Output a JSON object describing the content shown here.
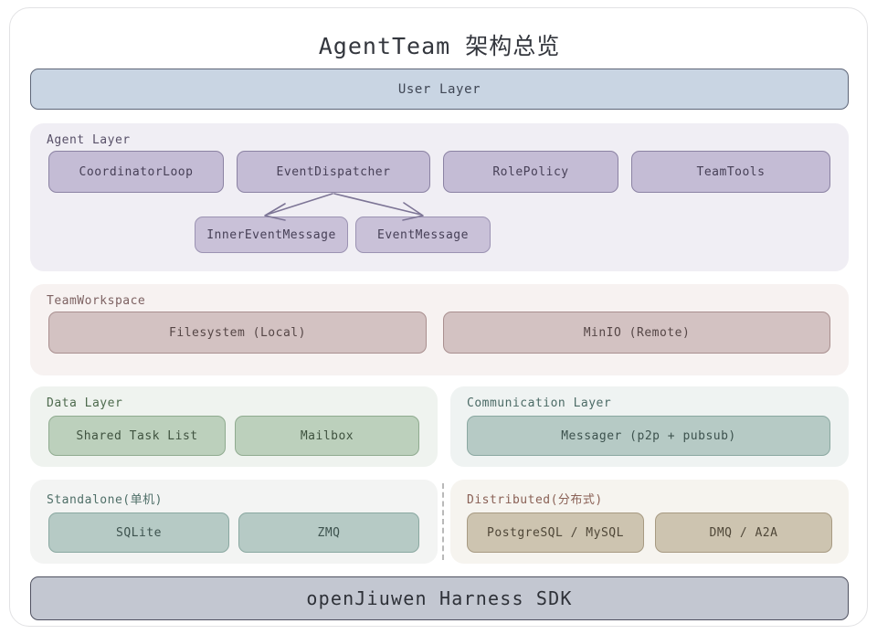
{
  "title": "AgentTeam 架构总览",
  "top_banner": {
    "label": "User Layer"
  },
  "bottom_banner": {
    "label": "openJiuwen Harness SDK"
  },
  "sections": {
    "agent": {
      "label": "Agent Layer",
      "nodes": [
        {
          "label": "CoordinatorLoop"
        },
        {
          "label": "EventDispatcher"
        },
        {
          "label": "RolePolicy"
        },
        {
          "label": "TeamTools"
        }
      ],
      "messages": [
        {
          "label": "InnerEventMessage"
        },
        {
          "label": "EventMessage"
        }
      ]
    },
    "workspace": {
      "label": "TeamWorkspace",
      "nodes": [
        {
          "label": "Filesystem (Local)"
        },
        {
          "label": "MinIO (Remote)"
        }
      ]
    },
    "data": {
      "label": "Data Layer",
      "nodes": [
        {
          "label": "Shared Task List"
        },
        {
          "label": "Mailbox"
        }
      ]
    },
    "communication": {
      "label": "Communication Layer",
      "nodes": [
        {
          "label": "Messager (p2p + pubsub)"
        }
      ]
    },
    "standalone": {
      "label": "Standalone(单机)",
      "nodes": [
        {
          "label": "SQLite"
        },
        {
          "label": "ZMQ"
        }
      ]
    },
    "distributed": {
      "label": "Distributed(分布式)",
      "nodes": [
        {
          "label": "PostgreSQL / MySQL"
        },
        {
          "label": "DMQ / A2A"
        }
      ]
    }
  },
  "colors": {
    "user_layer": "#c9d5e3",
    "sdk_layer": "#c3c7d1",
    "agent_node": "#c4bcd5",
    "workspace_node": "#d3c2c2",
    "data_node": "#bcd0bc",
    "teal_node": "#b6cac5",
    "tan_node": "#cdc4b0",
    "arrow": "#7d7596"
  }
}
